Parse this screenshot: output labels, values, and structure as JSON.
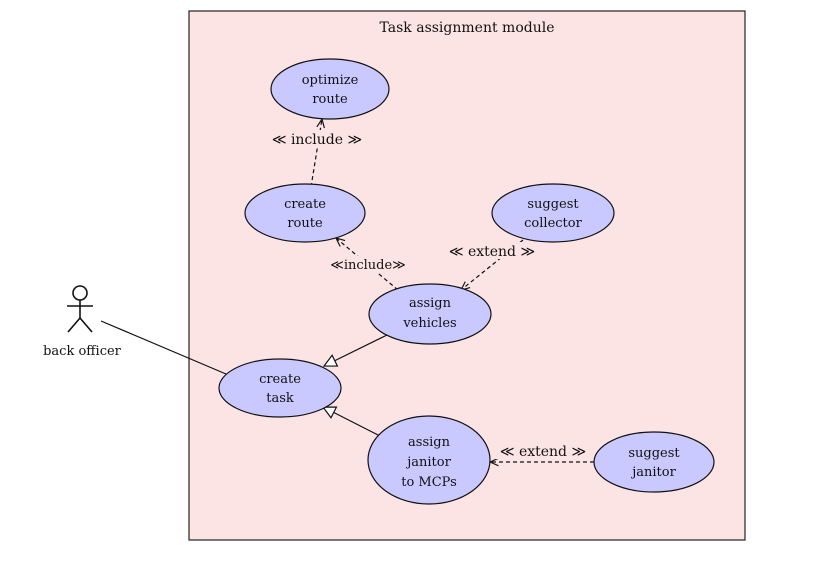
{
  "diagram": {
    "system": {
      "title": "Task assignment module",
      "fill": "#fde4e4",
      "stroke": "#222222"
    },
    "actor": {
      "label": "back officer"
    },
    "usecase_fill": "#c9c9ff",
    "usecases": {
      "optimize_route": [
        "optimize",
        "route"
      ],
      "create_route": [
        "create",
        "route"
      ],
      "suggest_collector": [
        "suggest",
        "collector"
      ],
      "assign_vehicles": [
        "assign",
        "vehicles"
      ],
      "create_task": [
        "create",
        "task"
      ],
      "assign_janitor": [
        "assign",
        "janitor",
        "to MCPs"
      ],
      "suggest_janitor": [
        "suggest",
        "janitor"
      ]
    },
    "relations": {
      "include_route": "≪ include ≫",
      "include_vehicles": "≪include≫",
      "extend_collector": "≪ extend ≫",
      "extend_janitor": "≪ extend ≫"
    }
  }
}
